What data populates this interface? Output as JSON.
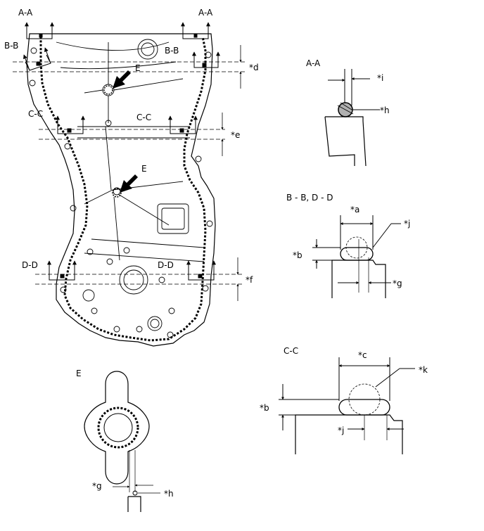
{
  "main_view": {
    "section_labels": [
      "A-A",
      "A-A",
      "B-B",
      "B-B",
      "E",
      "C-C",
      "C-C",
      "E",
      "D-D",
      "D-D"
    ],
    "dimension_labels": [
      "*d",
      "*e",
      "*f"
    ]
  },
  "section_aa": {
    "title": "A-A",
    "dim_labels": [
      "*i",
      "*h"
    ]
  },
  "section_bb_dd": {
    "title": "B - B, D - D",
    "dim_labels": [
      "*a",
      "*j",
      "*b",
      "*g"
    ]
  },
  "section_cc": {
    "title": "C-C",
    "dim_labels": [
      "*c",
      "*k",
      "*b",
      "*j"
    ]
  },
  "detail_e": {
    "title": "E",
    "dim_labels": [
      "*g",
      "*h"
    ]
  },
  "colors": {
    "ink": "#000000",
    "paper": "#ffffff",
    "bead_fill": "#b0b0b0"
  }
}
